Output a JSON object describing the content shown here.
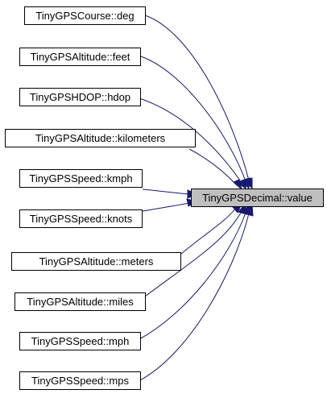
{
  "target": {
    "label": "TinyGPSDecimal::value"
  },
  "callers": [
    {
      "label": "TinyGPSCourse::deg"
    },
    {
      "label": "TinyGPSAltitude::feet"
    },
    {
      "label": "TinyGPSHDOP::hdop"
    },
    {
      "label": "TinyGPSAltitude::kilometers"
    },
    {
      "label": "TinyGPSSpeed::kmph"
    },
    {
      "label": "TinyGPSSpeed::knots"
    },
    {
      "label": "TinyGPSAltitude::meters"
    },
    {
      "label": "TinyGPSAltitude::miles"
    },
    {
      "label": "TinyGPSSpeed::mph"
    },
    {
      "label": "TinyGPSSpeed::mps"
    }
  ],
  "colors": {
    "edge": "#191970",
    "target_fill": "#bfbfbf",
    "node_fill": "#ffffff",
    "border": "#000000"
  }
}
